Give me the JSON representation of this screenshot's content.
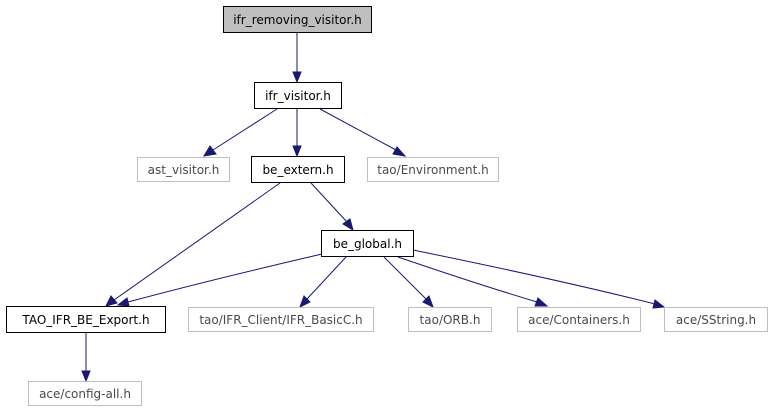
{
  "diagram": {
    "nodes": {
      "root": "ifr_removing_visitor.h",
      "ifr_visitor": "ifr_visitor.h",
      "ast_visitor": "ast_visitor.h",
      "be_extern": "be_extern.h",
      "tao_environment": "tao/Environment.h",
      "be_global": "be_global.h",
      "tao_ifr_be_export": "TAO_IFR_BE_Export.h",
      "tao_ifr_client": "tao/IFR_Client/IFR_BasicC.h",
      "tao_orb": "tao/ORB.h",
      "ace_containers": "ace/Containers.h",
      "ace_sstring": "ace/SString.h",
      "ace_config_all": "ace/config-all.h"
    },
    "edges": [
      [
        "root",
        "ifr_visitor"
      ],
      [
        "ifr_visitor",
        "ast_visitor"
      ],
      [
        "ifr_visitor",
        "be_extern"
      ],
      [
        "ifr_visitor",
        "tao_environment"
      ],
      [
        "be_extern",
        "tao_ifr_be_export"
      ],
      [
        "be_extern",
        "be_global"
      ],
      [
        "be_global",
        "tao_ifr_be_export"
      ],
      [
        "be_global",
        "tao_ifr_client"
      ],
      [
        "be_global",
        "tao_orb"
      ],
      [
        "be_global",
        "ace_containers"
      ],
      [
        "be_global",
        "ace_sstring"
      ],
      [
        "tao_ifr_be_export",
        "ace_config_all"
      ]
    ],
    "colors": {
      "edge": "#191970",
      "root_fill": "#bfbfbf",
      "external_border": "#bfbfbf",
      "node_border": "#000000"
    }
  }
}
